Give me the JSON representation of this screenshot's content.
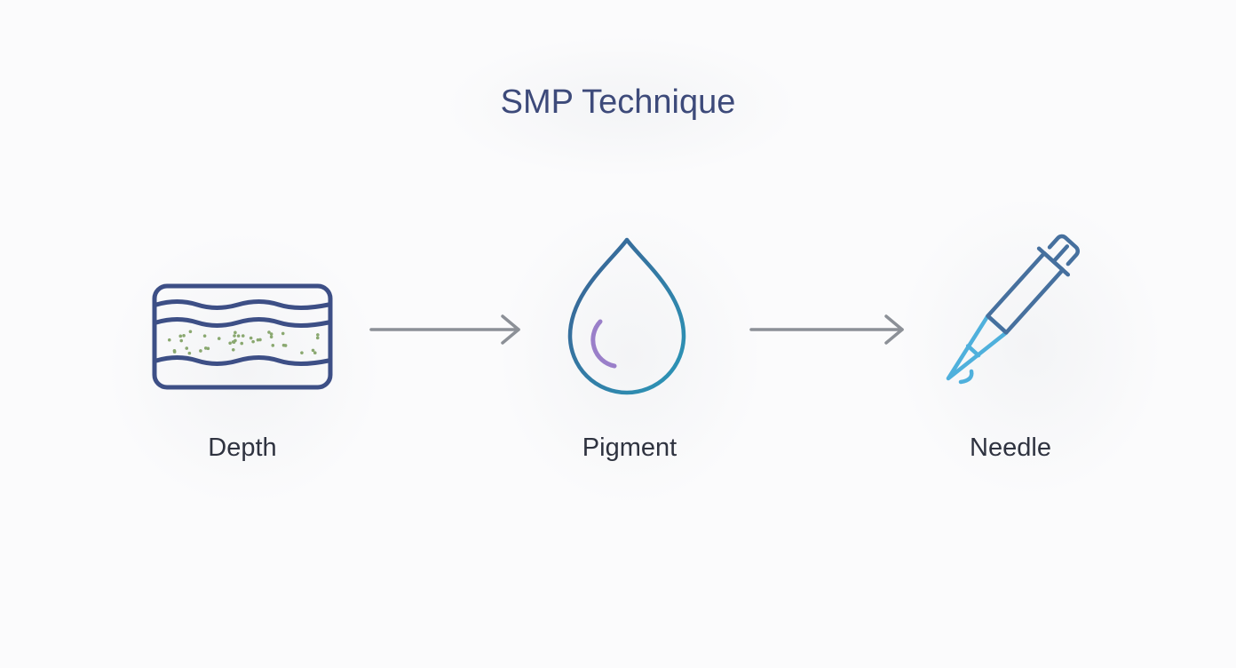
{
  "title": "SMP Technique",
  "steps": [
    {
      "label": "Depth",
      "icon": "skin-layers-icon"
    },
    {
      "label": "Pigment",
      "icon": "ink-drop-icon"
    },
    {
      "label": "Needle",
      "icon": "needle-icon"
    }
  ],
  "colors": {
    "title": "#3d4a7a",
    "label": "#2f3340",
    "layers": "#3d4f86",
    "dots": "#8aa870",
    "arrow": "#8c9097",
    "drop": "#2e7fa6",
    "drop_accent": "#9a7fc9",
    "needle_barrel": "#46709e",
    "needle_tip": "#4fb0dc"
  }
}
